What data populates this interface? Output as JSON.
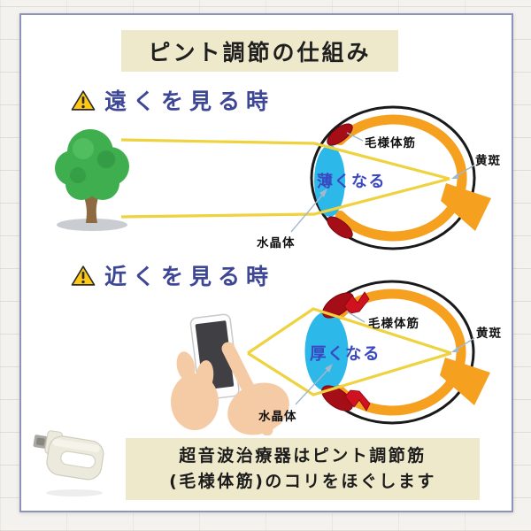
{
  "title": "ピント調節の仕組み",
  "sections": {
    "far": {
      "heading": "遠くを見る時",
      "lens_state": "薄くなる",
      "ciliary_label": "毛様体筋",
      "lens_label": "水晶体",
      "macula_label": "黄斑"
    },
    "near": {
      "heading": "近くを見る時",
      "lens_state": "厚くなる",
      "ciliary_label": "毛様体筋",
      "lens_label": "水晶体",
      "macula_label": "黄斑"
    }
  },
  "footer": {
    "line1": "超音波治療器はピント調節筋",
    "line2": "(毛様体筋)のコリをほぐします"
  },
  "colors": {
    "banner_cream": "#efe9cc",
    "heading_navy": "#3e4795",
    "lens_cyan": "#2cb8e8",
    "retina_orange": "#f5a01e",
    "muscle_dark_red": "#a50d17",
    "muscle_bright_red": "#cf1120",
    "ray_yellow": "#eed23f",
    "lens_text_blue": "#3a49c1",
    "panel_border": "#8d92b8",
    "warning_yellow": "#ffc812"
  }
}
